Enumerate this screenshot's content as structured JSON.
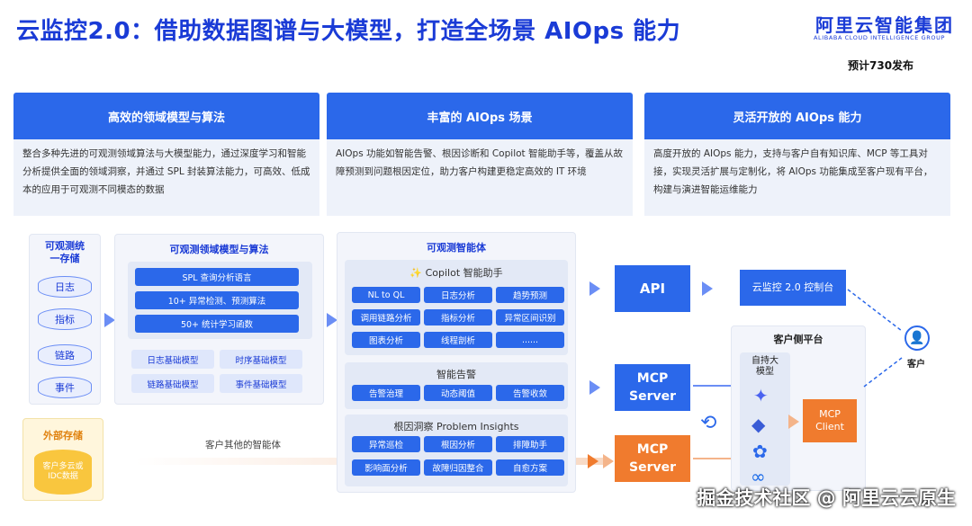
{
  "header": {
    "title": "云监控2.0：借助数据图谱与大模型，打造全场景 AIOps 能力",
    "logo_cn": "阿里云智能集团",
    "logo_en": "ALIBABA CLOUD INTELLIGENCE GROUP",
    "release": "预计730发布"
  },
  "features": [
    {
      "title": "高效的领域模型与算法",
      "desc": "整合多种先进的可观测领域算法与大模型能力，通过深度学习和智能分析提供全面的领域洞察，并通过 SPL 封装算法能力，可高效、低成本的应用于可观测不同模态的数据"
    },
    {
      "title": "丰富的 AIOps 场景",
      "desc": "AIOps 功能如智能告警、根因诊断和 Copilot 智能助手等，覆盖从故障预测到问题根因定位，助力客户构建更稳定高效的 IT 环境"
    },
    {
      "title": "灵活开放的 AIOps 能力",
      "desc": "高度开放的 AIOps 能力，支持与客户自有知识库、MCP 等工具对接，实现灵活扩展与定制化，将 AIOps 功能集成至客户现有平台，构建与演进智能运维能力"
    }
  ],
  "storage": {
    "title": "可观测统一存储",
    "items": [
      "日志",
      "指标",
      "链路",
      "事件"
    ]
  },
  "external": {
    "title": "外部存储",
    "inner": "客户多云或IDC数据",
    "flow_label": "客户其他的智能体"
  },
  "models": {
    "title": "可观测领域模型与算法",
    "algos": [
      "SPL 查询分析语言",
      "10+ 异常检测、预测算法",
      "50+ 统计学习函数"
    ],
    "base": [
      "日志基础模型",
      "时序基础模型",
      "链路基础模型",
      "事件基础模型"
    ]
  },
  "agent": {
    "title": "可观测智能体",
    "copilot_title": "Copilot 智能助手",
    "copilot_items": [
      "NL to QL",
      "日志分析",
      "趋势预测",
      "调用链路分析",
      "指标分析",
      "异常区间识别",
      "图表分析",
      "线程剖析",
      "......"
    ],
    "alert_title": "智能告警",
    "alert_items": [
      "告警治理",
      "动态阈值",
      "告警收敛"
    ],
    "rca_title": "根因洞察 Problem Insights",
    "rca_items": [
      "异常巡检",
      "根因分析",
      "排障助手",
      "影响面分析",
      "故障归因整合",
      "自愈方案"
    ]
  },
  "outputs": {
    "api": "API",
    "mcp_server": "MCP Server",
    "mcp_server2": "MCP Server",
    "console": "云监控 2.0 控制台"
  },
  "customer_platform": {
    "title": "客户侧平台",
    "llm_label": "自持大模型",
    "client": "MCP Client",
    "customer": "客户"
  },
  "watermark": "掘金技术社区 @ 阿里云云原生",
  "colors": {
    "primary": "#2b68ea",
    "orange": "#f07b2e",
    "title": "#1a3bd6"
  }
}
